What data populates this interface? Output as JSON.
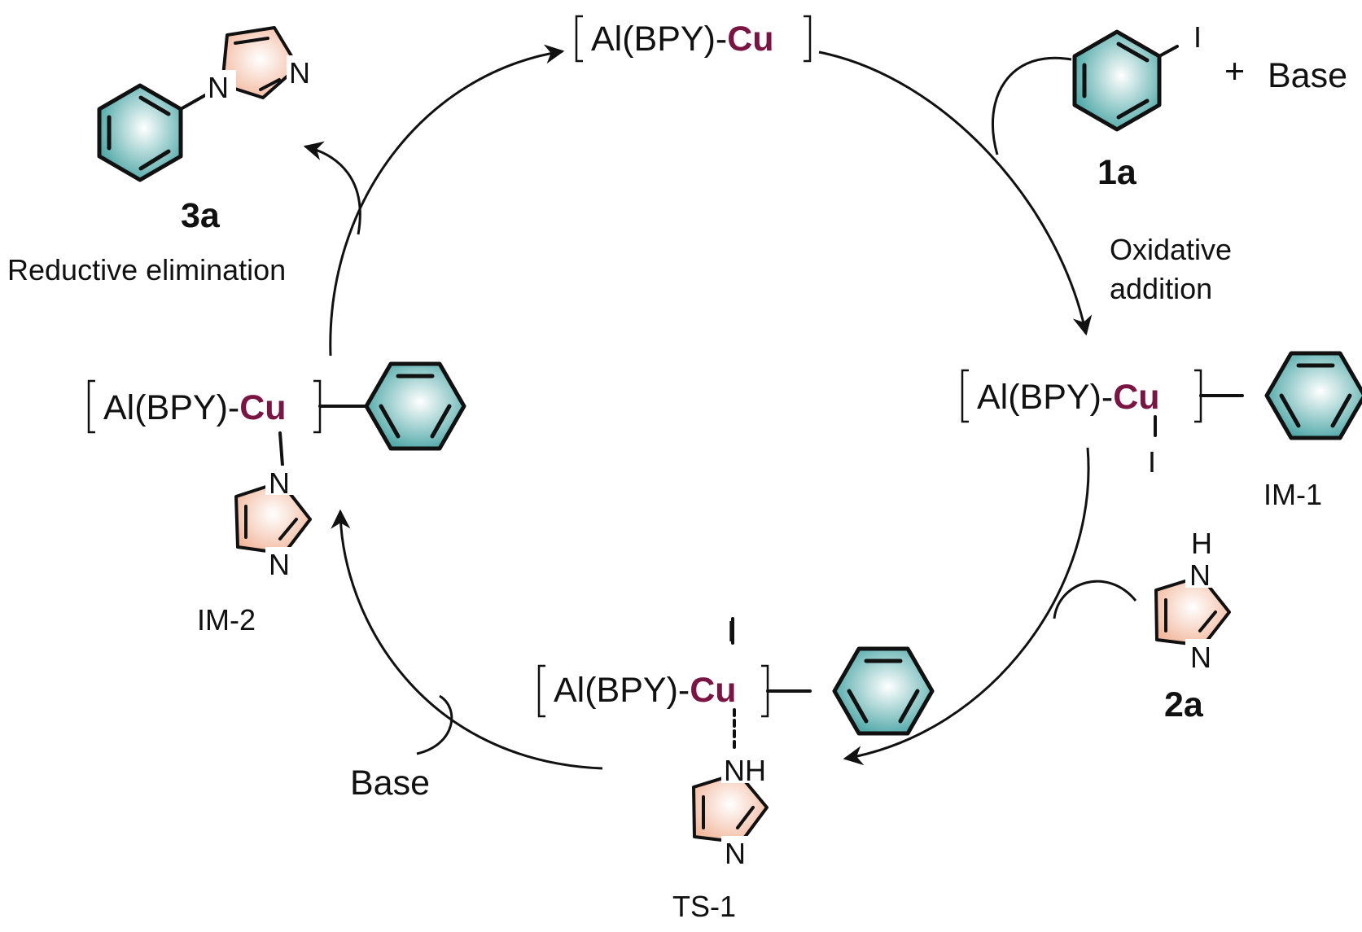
{
  "colors": {
    "copper": "#7a1442",
    "ring_teal": "#4aa5a5",
    "ring_peach": "#f2b79c",
    "line": "#111111"
  },
  "cycle": {
    "top": {
      "prefix": "Al(BPY)-",
      "metal": "Cu"
    },
    "im1": {
      "prefix": "Al(BPY)-",
      "metal": "Cu",
      "ligand": "I",
      "label": "IM-1"
    },
    "ts1": {
      "prefix": "Al(BPY)-",
      "metal": "Cu",
      "ligand": "I",
      "nh": "NH",
      "n": "N",
      "label": "TS-1"
    },
    "im2": {
      "prefix": "Al(BPY)-",
      "metal": "Cu",
      "n_top": "N",
      "n_bottom": "N",
      "label": "IM-2"
    }
  },
  "reagents": {
    "r1": {
      "id": "1a",
      "substituent": "I",
      "plus": "+",
      "extra": "Base"
    },
    "r2": {
      "id": "2a",
      "h": "H",
      "n_top": "N",
      "n_bottom": "N"
    },
    "base": "Base"
  },
  "product": {
    "id": "3a",
    "n1": "N",
    "n3": "N"
  },
  "steps": {
    "oxidative_line1": "Oxidative",
    "oxidative_line2": "addition",
    "reductive": "Reductive elimination"
  }
}
